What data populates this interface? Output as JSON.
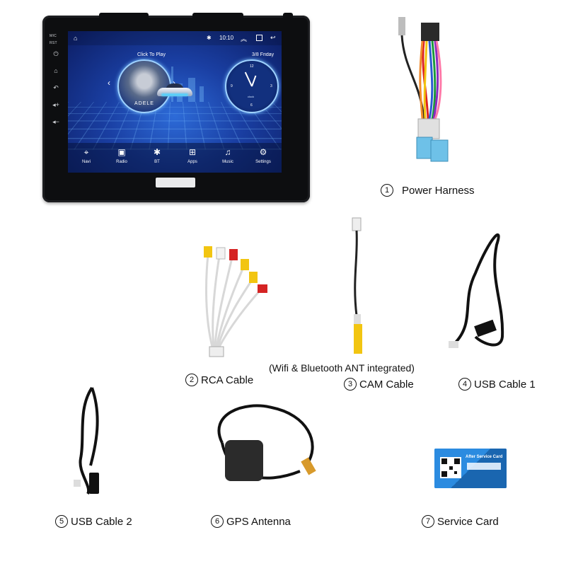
{
  "head_unit": {
    "side_labels": {
      "mic": "MIC",
      "rst": "RST"
    },
    "status_bar": {
      "time": "10:10"
    },
    "widgets": {
      "click_to_play": "Click To Play",
      "date": "3/8  Friday",
      "artist": "ADELE",
      "clock_label": "clock"
    },
    "dock": [
      {
        "label": "Navi",
        "icon": "location-pin-icon"
      },
      {
        "label": "Radio",
        "icon": "radio-icon"
      },
      {
        "label": "BT",
        "icon": "bluetooth-icon"
      },
      {
        "label": "Apps",
        "icon": "apps-grid-icon"
      },
      {
        "label": "Music",
        "icon": "music-note-icon"
      },
      {
        "label": "Settings",
        "icon": "gear-icon"
      }
    ]
  },
  "accessories": [
    {
      "num": "1",
      "label": "Power Harness"
    },
    {
      "num": "2",
      "label": "RCA Cable"
    },
    {
      "num": "3",
      "label": "CAM Cable"
    },
    {
      "num": "4",
      "label": "USB Cable 1"
    },
    {
      "num": "5",
      "label": "USB Cable 2"
    },
    {
      "num": "6",
      "label": "GPS Antenna"
    },
    {
      "num": "7",
      "label": "Service Card"
    }
  ],
  "cam_note": "(Wifi & Bluetooth ANT integrated)",
  "service_card": {
    "title": "After Service Card"
  },
  "colors": {
    "screen_blue": "#1a3fa3",
    "card_blue": "#1f78c8",
    "rca_yellow": "#f2c511",
    "rca_red": "#d52323",
    "rca_white": "#f3f3f3"
  }
}
